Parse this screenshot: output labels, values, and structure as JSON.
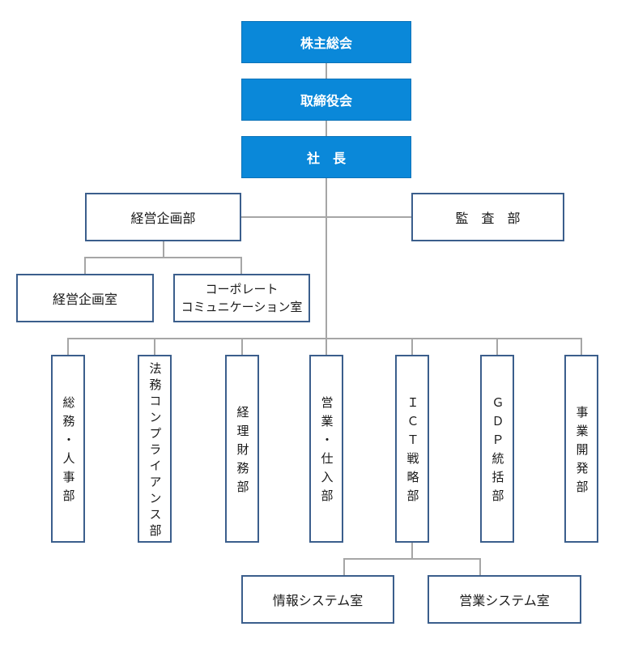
{
  "org_chart": {
    "governance": {
      "shareholders_meeting": "株主総会",
      "board_of_directors": "取締役会",
      "president": "社　長"
    },
    "staff": {
      "corporate_planning": {
        "label": "経営企画部",
        "units": {
          "planning_office": "経営企画室",
          "corporate_communication_office": [
            "コーポレート",
            "コミュニケーション室"
          ]
        }
      },
      "audit": "監　査　部"
    },
    "departments": [
      {
        "label": "総務・人事部"
      },
      {
        "label": "法務コンプライアンス部"
      },
      {
        "label": "経理財務部"
      },
      {
        "label": "営業・仕入部"
      },
      {
        "label": "ＩＣＴ戦略部",
        "units": [
          "情報システム室",
          "営業システム室"
        ]
      },
      {
        "label": "ＧＤＰ統括部"
      },
      {
        "label": "事業開発部"
      }
    ]
  },
  "colors": {
    "executive_fill": "#0a88d9",
    "executive_border": "#0b72b8",
    "executive_text": "#ffffff",
    "box_border": "#3b5e8c",
    "connector": "#a6a6a6"
  }
}
